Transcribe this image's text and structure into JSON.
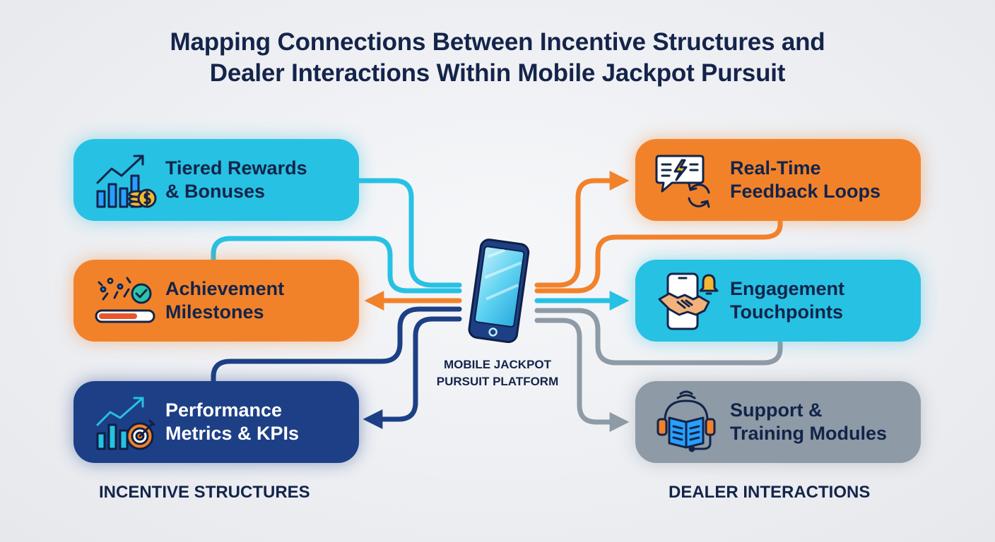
{
  "title": {
    "line1": "Mapping Connections Between Incentive Structures and",
    "line2": "Dealer Interactions Within Mobile Jackpot Pursuit"
  },
  "center": {
    "line1": "MOBILE JACKPOT",
    "line2": "PURSUIT PLATFORM",
    "icon": "smartphone-icon"
  },
  "incentive_structures": {
    "heading": "INCENTIVE STRUCTURES",
    "items": [
      {
        "line1": "Tiered Rewards",
        "line2": "& Bonuses",
        "icon": "growth-chart-coins-icon",
        "color": "#27c1e3"
      },
      {
        "line1": "Achievement",
        "line2": "Milestones",
        "icon": "progress-bar-checkmark-icon",
        "color": "#f2822a"
      },
      {
        "line1": "Performance",
        "line2": "Metrics & KPIs",
        "icon": "chart-target-icon",
        "color": "#1d3f86"
      }
    ]
  },
  "dealer_interactions": {
    "heading": "DEALER INTERACTIONS",
    "items": [
      {
        "line1": "Real-Time",
        "line2": "Feedback Loops",
        "icon": "chat-refresh-icon",
        "color": "#f2822a"
      },
      {
        "line1": "Engagement",
        "line2": "Touchpoints",
        "icon": "phone-handshake-icon",
        "color": "#27c1e3"
      },
      {
        "line1": "Support &",
        "line2": "Training Modules",
        "icon": "book-headset-icon",
        "color": "#8e9aa5"
      }
    ]
  },
  "colors": {
    "title": "#14244a",
    "cyan": "#27c1e3",
    "orange": "#f2822a",
    "navy": "#1d3f86",
    "grey": "#8e9aa5"
  }
}
